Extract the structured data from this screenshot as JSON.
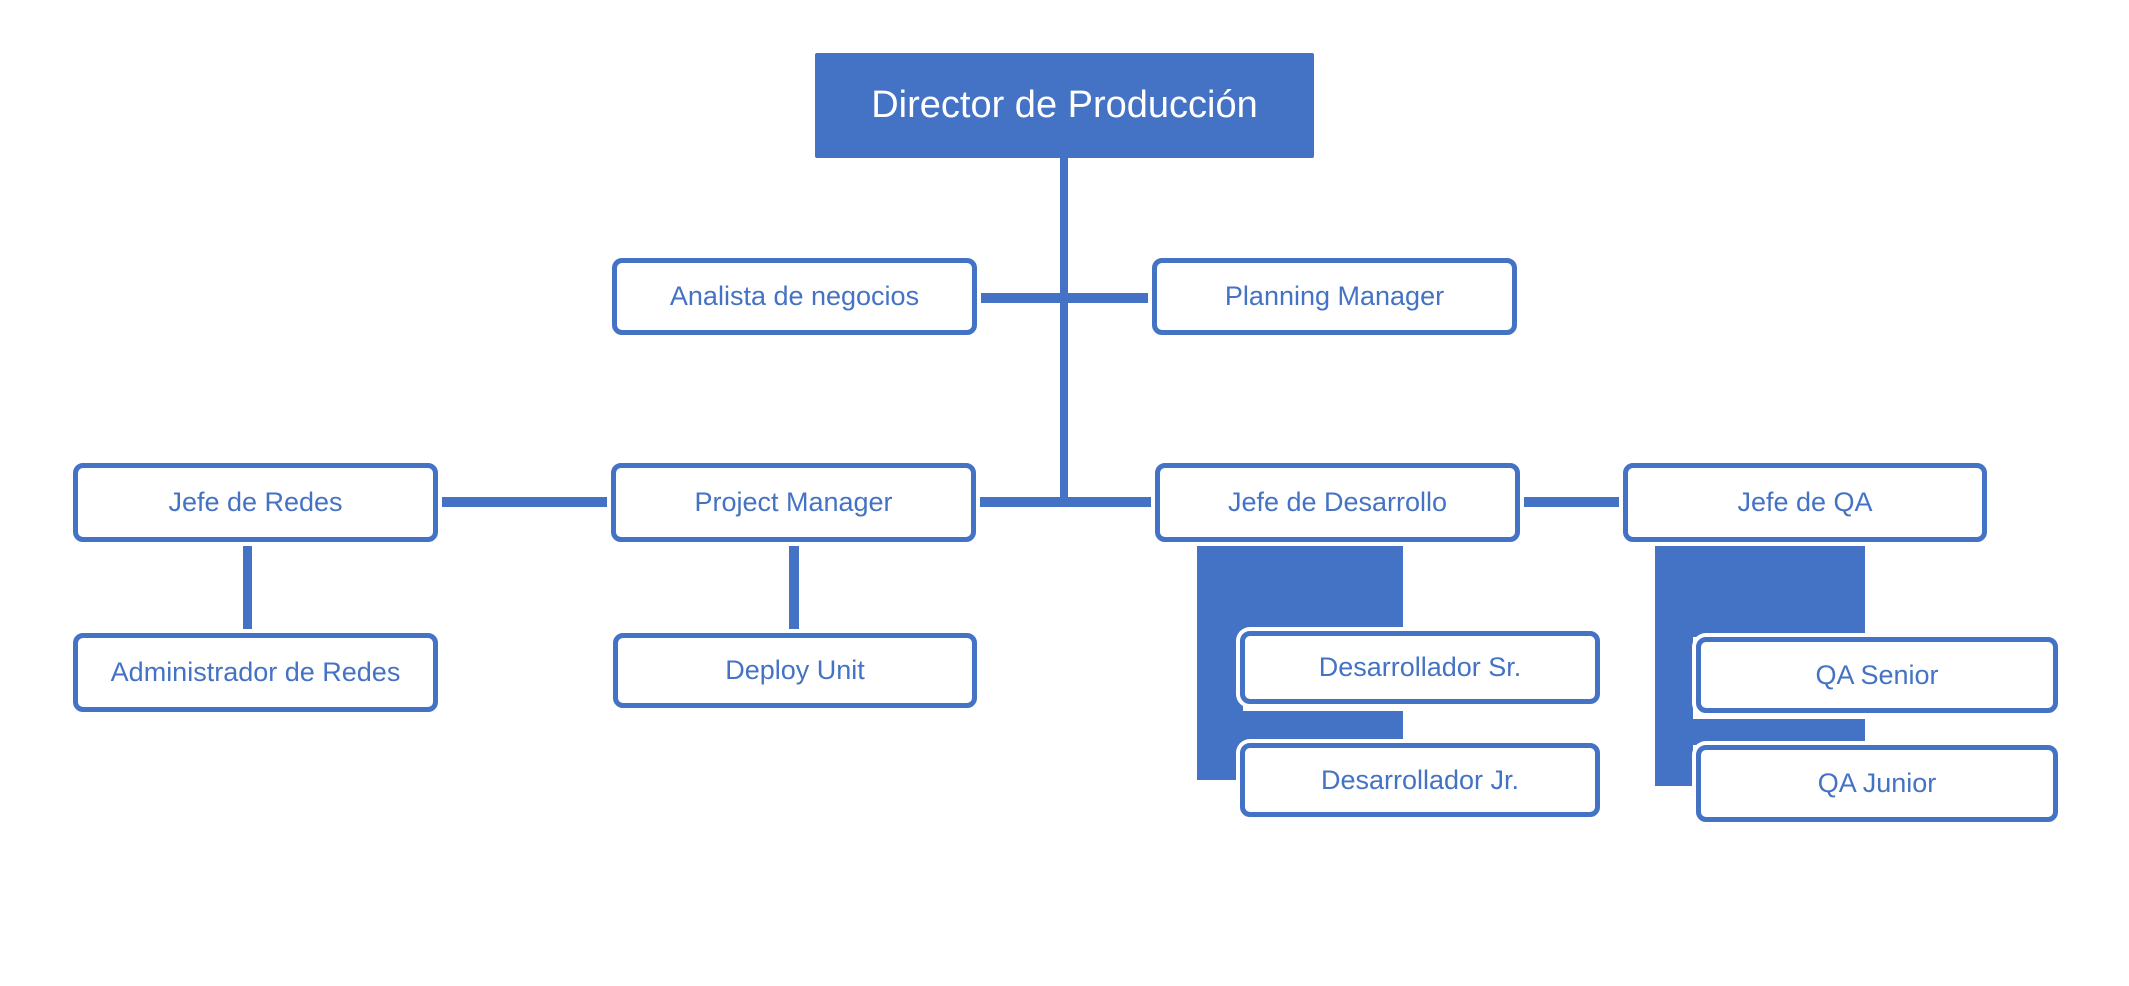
{
  "diagram_type": "org-chart",
  "colors": {
    "accent": "#4472C4",
    "node_fill": "#FFFFFF",
    "root_text_color": "#FFFFFF"
  },
  "nodes": {
    "director": {
      "label": "Director de Producción",
      "level": 1
    },
    "analista": {
      "label": "Analista de negocios",
      "level": 2
    },
    "planning": {
      "label": "Planning Manager",
      "level": 2
    },
    "jefe_redes": {
      "label": "Jefe de Redes",
      "level": 3
    },
    "project_manager": {
      "label": "Project Manager",
      "level": 3
    },
    "jefe_desarrollo": {
      "label": "Jefe de Desarrollo",
      "level": 3
    },
    "jefe_qa": {
      "label": "Jefe de QA",
      "level": 3
    },
    "admin_redes": {
      "label": "Administrador de Redes",
      "level": 4
    },
    "deploy_unit": {
      "label": "Deploy Unit",
      "level": 4
    },
    "des_sr": {
      "label": "Desarrollador Sr.",
      "level": 4
    },
    "des_jr": {
      "label": "Desarrollador Jr.",
      "level": 4
    },
    "qa_senior": {
      "label": "QA Senior",
      "level": 4
    },
    "qa_junior": {
      "label": "QA Junior",
      "level": 4
    }
  }
}
